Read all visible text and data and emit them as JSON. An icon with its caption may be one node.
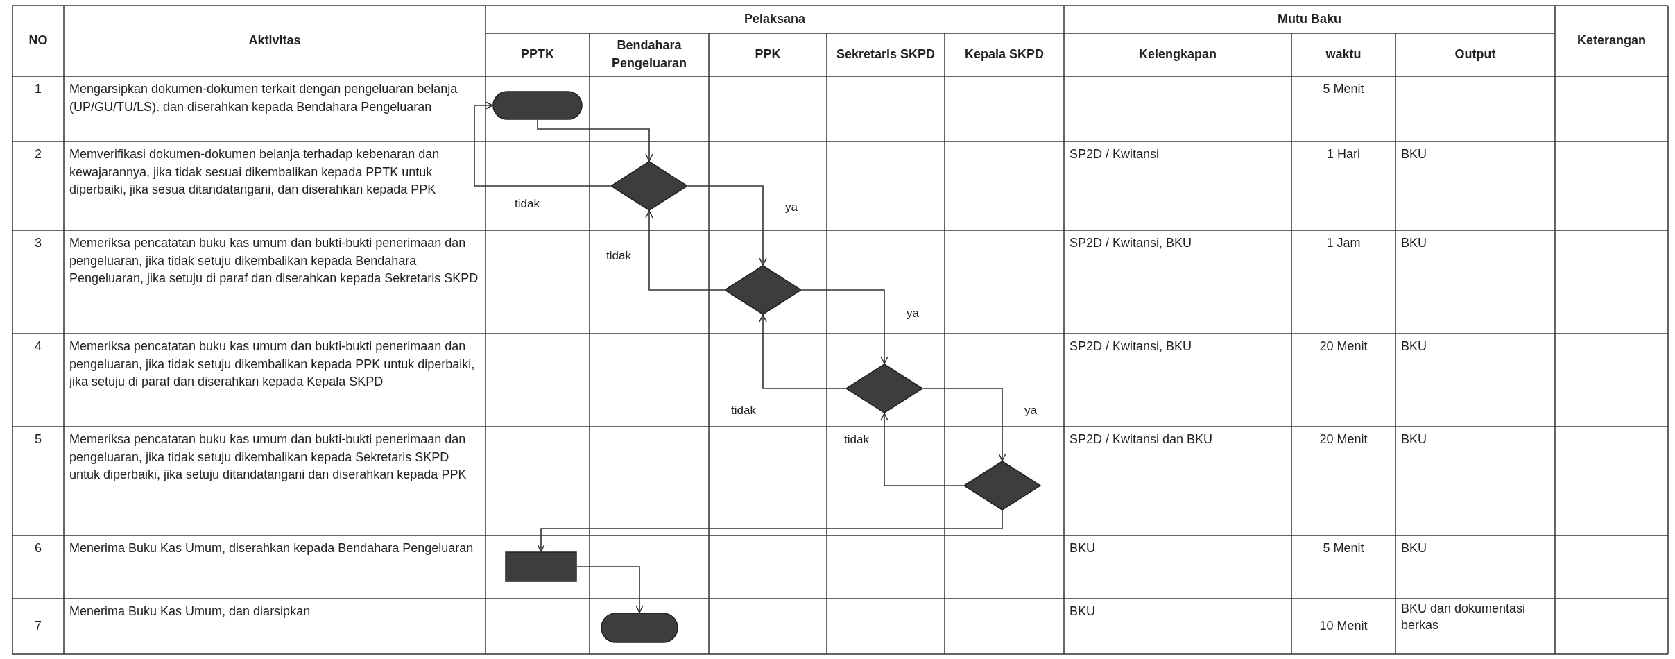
{
  "diagram": {
    "nodes": [
      {
        "text": [],
        "shape": "oval"
      },
      {
        "text": [],
        "shape": "diamond"
      },
      {
        "text": [],
        "shape": "diamond"
      },
      {
        "text": [],
        "shape": "diamond"
      },
      {
        "text": [],
        "shape": "diamond"
      },
      {
        "text": [],
        "shape": "box"
      },
      {
        "text": [],
        "shape": "oval"
      }
    ],
    "edges": [
      {
        "from": 0,
        "to": 1,
        "arrow": "to"
      },
      {
        "from": 1,
        "to": 0,
        "arrow": "to",
        "label": "tidak"
      },
      {
        "from": 1,
        "to": 2,
        "arrow": "to",
        "label": "ya"
      },
      {
        "from": 2,
        "to": 1,
        "arrow": "to",
        "label": "tidak"
      },
      {
        "from": 2,
        "to": 3,
        "arrow": "to",
        "label": "ya"
      },
      {
        "from": 3,
        "to": 2,
        "arrow": "to",
        "label": "tidak"
      },
      {
        "from": 3,
        "to": 4,
        "arrow": "to",
        "label": "ya"
      },
      {
        "from": 4,
        "to": 3,
        "arrow": "to",
        "label": "tidak"
      },
      {
        "from": 4,
        "to": 5,
        "arrow": "to"
      },
      {
        "from": 5,
        "to": 6,
        "arrow": "to"
      }
    ],
    "labels": [
      "NO",
      "Aktivitas",
      "Pelaksana",
      "Mutu Baku",
      "Keterangan",
      "PPTK",
      "Bendahara Pengeluaran",
      "PPK",
      "Sekretaris SKPD",
      "Kepala SKPD",
      "Kelengkapan",
      "waktu",
      "Output",
      "1",
      "Mengarsipkan dokumen-dokumen terkait dengan pengeluaran belanja (UP/GU/TU/LS). dan diserahkan kepada Bendahara Pengeluaran",
      "5 Menit",
      "2",
      "Memverifikasi dokumen-dokumen belanja terhadap kebenaran dan kewajarannya, jika tidak sesuai dikembalikan kepada PPTK untuk diperbaiki, jika sesua ditandatangani, dan diserahkan kepada PPK",
      "SP2D / Kwitansi",
      "1 Hari",
      "BKU",
      "3",
      "Memeriksa pencatatan buku kas umum dan bukti-bukti penerimaan dan pengeluaran, jika tidak setuju dikembalikan kepada Bendahara Pengeluaran, jika setuju di paraf dan diserahkan kepada Sekretaris SKPD",
      "SP2D / Kwitansi, BKU",
      "1 Jam",
      "BKU",
      "4",
      "Memeriksa pencatatan buku kas umum dan bukti-bukti penerimaan dan pengeluaran, jika tidak setuju dikembalikan kepada PPK untuk diperbaiki, jika setuju di paraf dan diserahkan kepada Kepala SKPD",
      "SP2D / Kwitansi, BKU",
      "20 Menit",
      "BKU",
      "5",
      "Memeriksa pencatatan buku kas umum dan bukti-bukti penerimaan dan pengeluaran, jika tidak setuju dikembalikan kepada Sekretaris SKPD untuk diperbaiki, jika setuju ditandatangani dan diserahkan kepada PPK",
      "SP2D / Kwitansi dan BKU",
      "20 Menit",
      "BKU",
      "6",
      "Menerima Buku Kas Umum, diserahkan kepada Bendahara Pengeluaran",
      "BKU",
      "5 Menit",
      "BKU",
      "7",
      "Menerima Buku Kas Umum, dan diarsipkan",
      "BKU",
      "10 Menit",
      "BKU dan dokumentasi berkas"
    ]
  }
}
